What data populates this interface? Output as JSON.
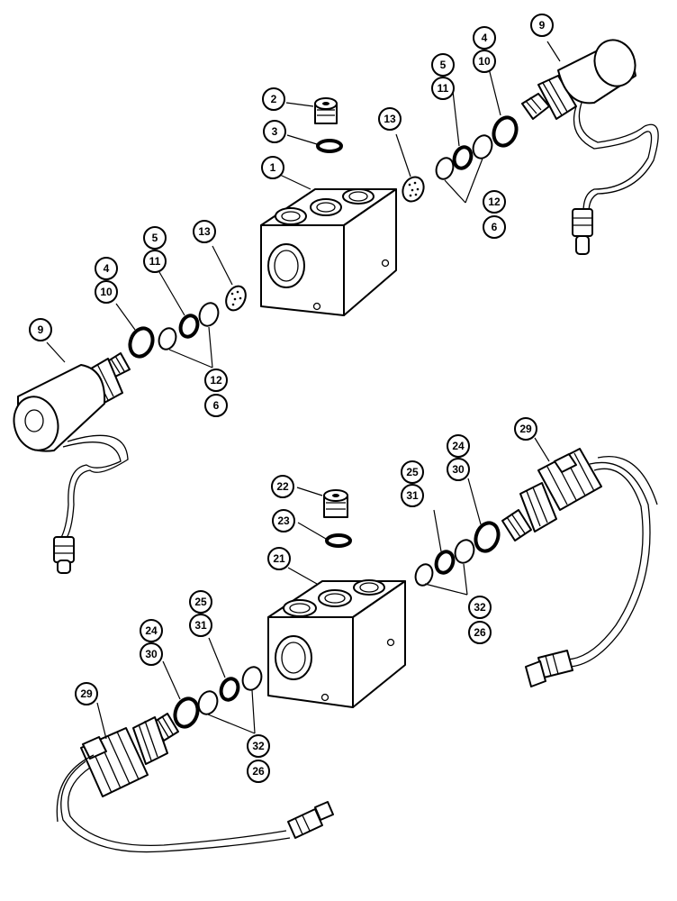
{
  "callouts": {
    "c1": "1",
    "c2": "2",
    "c3": "3",
    "c4a": "4",
    "c10a": "10",
    "c5a": "5",
    "c11a": "11",
    "c13a": "13",
    "c12a": "12",
    "c6a": "6",
    "c9a": "9",
    "c4b": "4",
    "c10b": "10",
    "c5b": "5",
    "c11b": "11",
    "c13b": "13",
    "c12b": "12",
    "c6b": "6",
    "c9b": "9",
    "c21": "21",
    "c22": "22",
    "c23": "23",
    "c24a": "24",
    "c30a": "30",
    "c25a": "25",
    "c31a": "31",
    "c32a": "32",
    "c26a": "26",
    "c29a": "29",
    "c24b": "24",
    "c30b": "30",
    "c25b": "25",
    "c31b": "31",
    "c32b": "32",
    "c26b": "26",
    "c29b": "29"
  }
}
